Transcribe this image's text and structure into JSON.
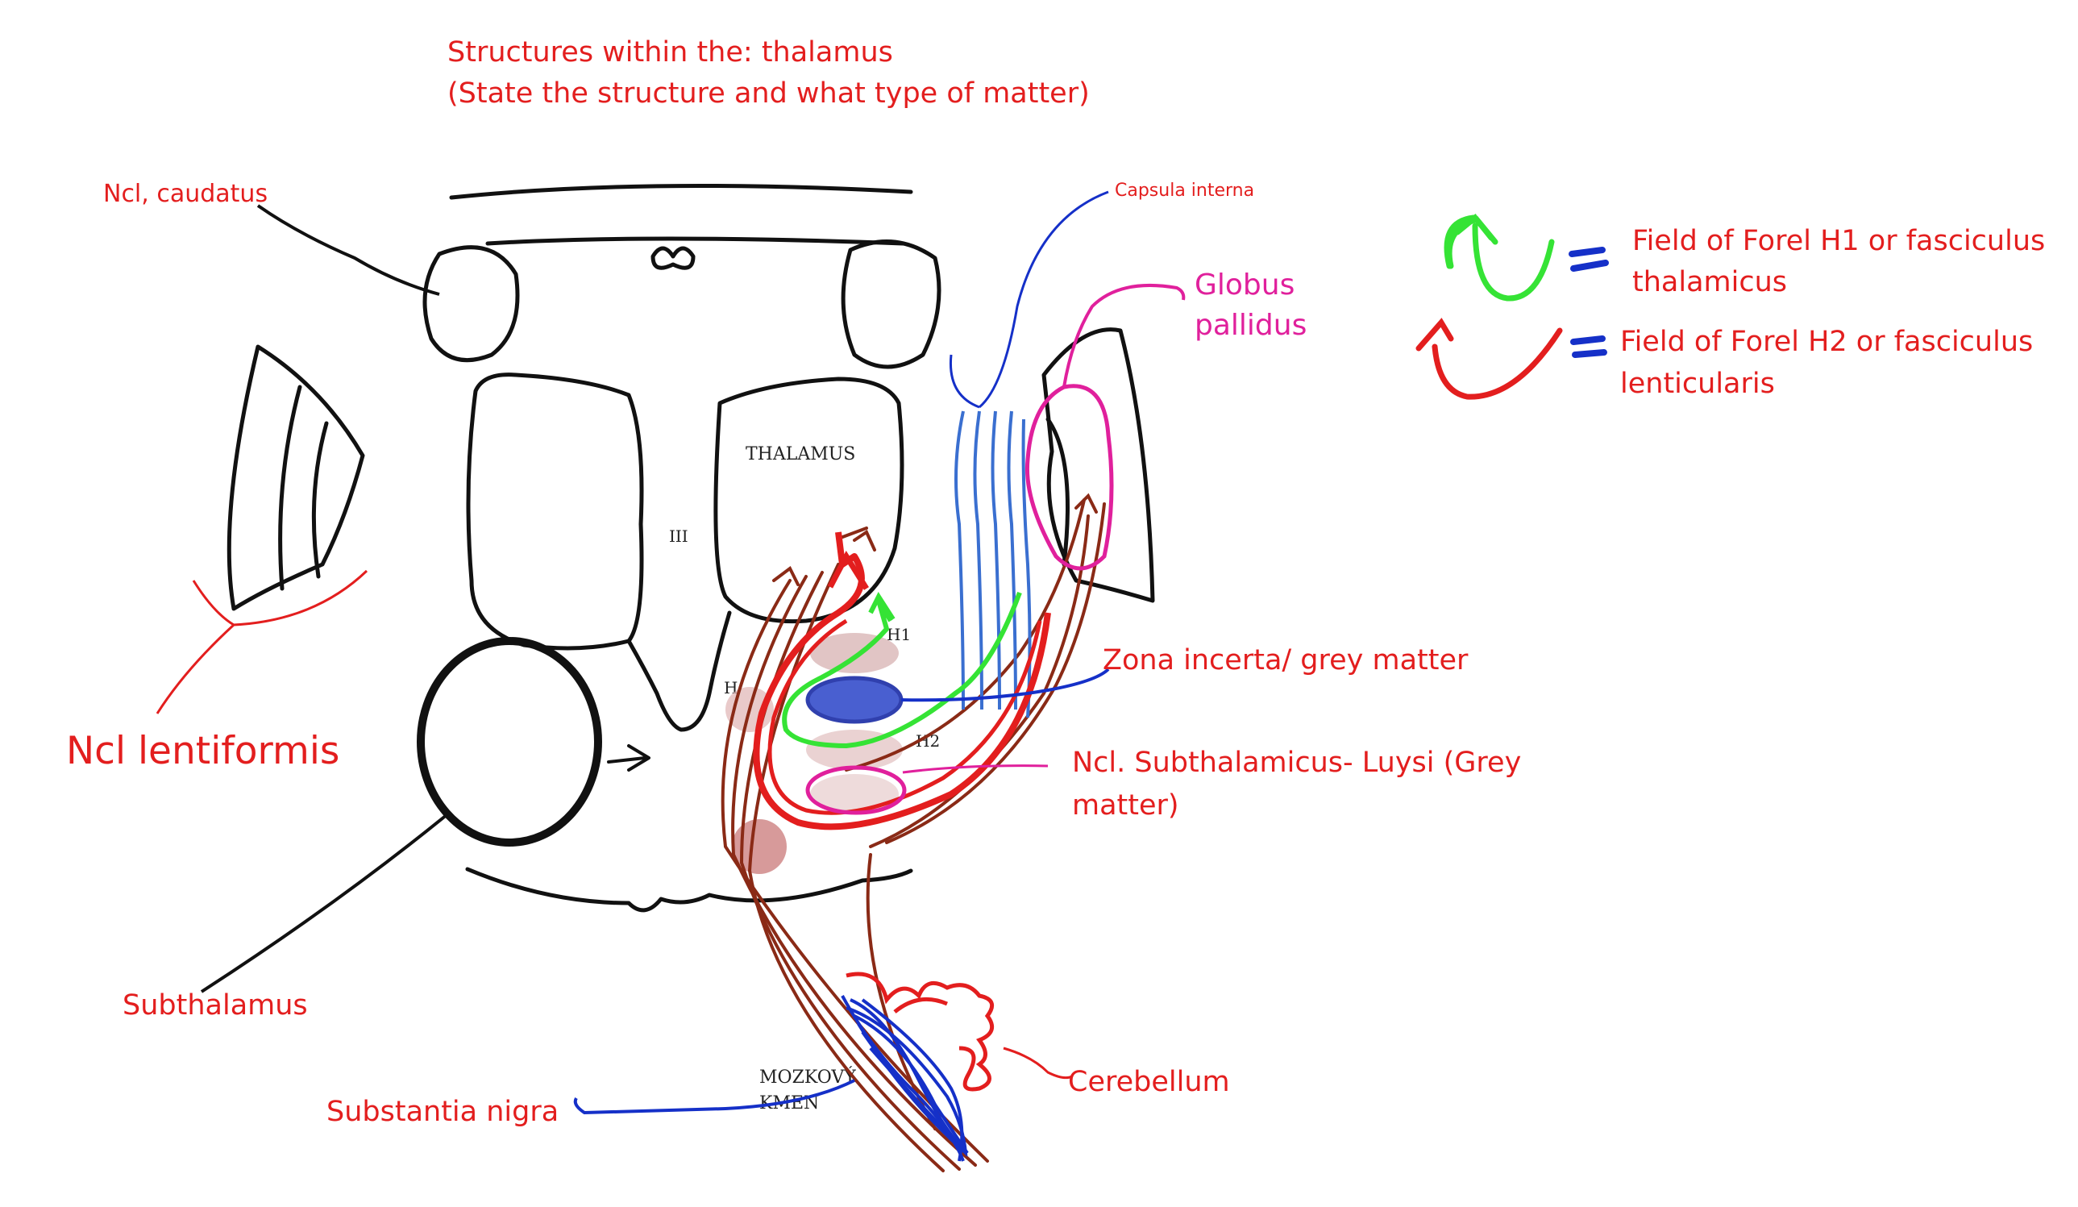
{
  "title": {
    "line1": "Structures within the: thalamus",
    "line2": "(State the structure and what type of matter)"
  },
  "colors": {
    "red": "#e31e1e",
    "blue": "#1530c8",
    "magenta": "#e0209c",
    "green": "#35e335",
    "brown": "#8a2a16",
    "black": "#111111"
  },
  "labels": {
    "ncl_caudatus": "Ncl, caudatus",
    "capsula_interna": "Capsula interna",
    "globus_line1": "Globus",
    "globus_line2": "pallidus",
    "ncl_lentiformis": "Ncl lentiformis",
    "zona_incerta": "Zona incerta/ grey matter",
    "subthalamicus_line1": "Ncl. Subthalamicus- Luysi (Grey",
    "subthalamicus_line2": "matter)",
    "subthalamus": "Subthalamus",
    "cerebellum": "Cerebellum",
    "substantia_nigra": "Substantia nigra"
  },
  "legend": {
    "h1_line1": "Field of Forel H1 or fasciculus",
    "h1_line2": "thalamicus",
    "h2_line1": "Field of Forel H2 or fasciculus",
    "h2_line2": "lenticularis",
    "equals": "="
  },
  "diagram_text": {
    "thalamus": "THALAMUS",
    "ventricle": "III",
    "h1": "H1",
    "h2": "H2",
    "h": "H",
    "mozkovy_line1": "MOZKOVÝ",
    "mozkovy_line2": "KMEN"
  }
}
